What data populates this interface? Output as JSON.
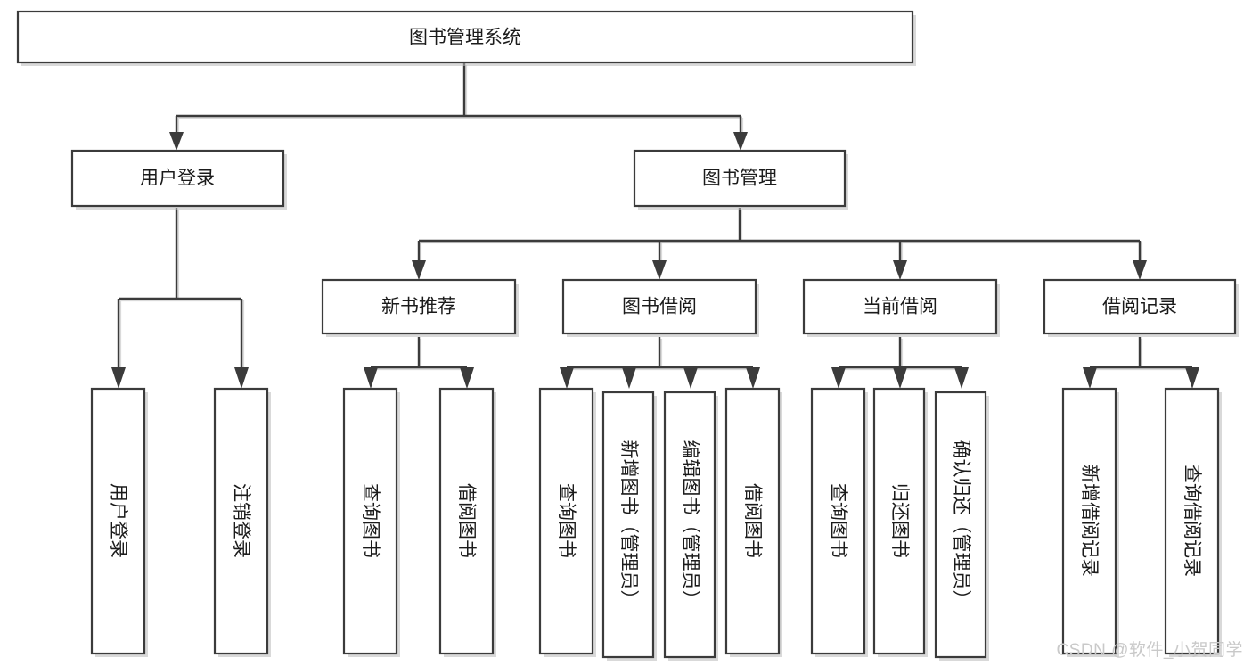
{
  "diagram": {
    "type": "tree-hierarchy-chart",
    "title": "图书管理系统",
    "watermark": "CSDN @软件_小贺同学",
    "colors": {
      "box_stroke": "#3b3b3b",
      "box_fill": "#ffffff",
      "connector": "#3b3b3b",
      "text": "#1b1b1b",
      "watermark": "#c9c9c9",
      "background": "#ffffff"
    },
    "nodes": {
      "root": {
        "label": "图书管理系统",
        "orientation": "horizontal"
      },
      "level2": [
        {
          "label": "用户登录",
          "orientation": "horizontal"
        },
        {
          "label": "图书管理",
          "orientation": "horizontal"
        }
      ],
      "level3": [
        {
          "label": "新书推荐",
          "orientation": "horizontal"
        },
        {
          "label": "图书借阅",
          "orientation": "horizontal"
        },
        {
          "label": "当前借阅",
          "orientation": "horizontal"
        },
        {
          "label": "借阅记录",
          "orientation": "horizontal"
        }
      ],
      "leaves_user_login": [
        {
          "label": "用户登录",
          "orientation": "vertical"
        },
        {
          "label": "注销登录",
          "orientation": "vertical"
        }
      ],
      "leaves_new_book": [
        {
          "label": "查询图书",
          "orientation": "vertical"
        },
        {
          "label": "借阅图书",
          "orientation": "vertical"
        }
      ],
      "leaves_book_borrow": [
        {
          "label": "查询图书",
          "orientation": "vertical"
        },
        {
          "label": "新增图书（管理员）",
          "orientation": "vertical"
        },
        {
          "label": "编辑图书（管理员）",
          "orientation": "vertical"
        },
        {
          "label": "借阅图书",
          "orientation": "vertical"
        }
      ],
      "leaves_current_borrow": [
        {
          "label": "查询图书",
          "orientation": "vertical"
        },
        {
          "label": "归还图书",
          "orientation": "vertical"
        },
        {
          "label": "确认归还（管理员）",
          "orientation": "vertical"
        }
      ],
      "leaves_borrow_record": [
        {
          "label": "新增借阅记录",
          "orientation": "vertical"
        },
        {
          "label": "查询借阅记录",
          "orientation": "vertical"
        }
      ]
    }
  }
}
